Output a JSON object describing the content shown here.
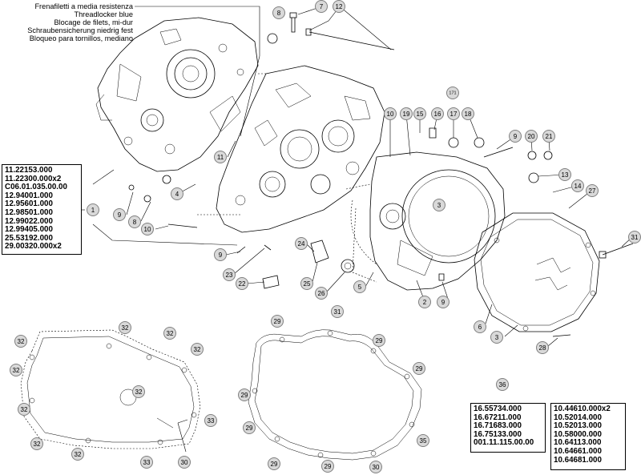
{
  "threadlocker_note": [
    "Frenafiletti a media resistenza",
    "Threadlocker blue",
    "Blocage de filets, mi-dur",
    "Schraubensicherung niedrig fest",
    "Bloqueo para tornillos, mediano"
  ],
  "part_box_1": [
    "11.22153.000",
    "11.22300.000x2",
    "C06.01.035.00.00",
    "12.94001.000",
    "12.95601.000",
    "12.98501.000",
    "12.99022.000",
    "12.99405.000",
    "25.53192.000",
    "29.00320.000x2"
  ],
  "part_box_35": [
    "16.55734.000",
    "16.67211.000",
    "16.71683.000",
    "16.75133.000",
    "001.11.115.00.00"
  ],
  "part_box_36": [
    "10.44610.000x2",
    "10.52014.000",
    "10.52013.000",
    "10.58000.000",
    "10.64113.000",
    "10.64661.000",
    "10.64681.000"
  ],
  "callouts": [
    {
      "label": "8"
    },
    {
      "label": "7"
    },
    {
      "label": "12"
    },
    {
      "label": "171"
    },
    {
      "label": "10"
    },
    {
      "label": "19"
    },
    {
      "label": "15"
    },
    {
      "label": "16"
    },
    {
      "label": "17"
    },
    {
      "label": "18"
    },
    {
      "label": "9"
    },
    {
      "label": "20"
    },
    {
      "label": "21"
    },
    {
      "label": "11"
    },
    {
      "label": "13"
    },
    {
      "label": "14"
    },
    {
      "label": "27"
    },
    {
      "label": "4"
    },
    {
      "label": "1"
    },
    {
      "label": "9"
    },
    {
      "label": "8"
    },
    {
      "label": "10"
    },
    {
      "label": "9"
    },
    {
      "label": "24"
    },
    {
      "label": "23"
    },
    {
      "label": "22"
    },
    {
      "label": "25"
    },
    {
      "label": "26"
    },
    {
      "label": "5"
    },
    {
      "label": "2"
    },
    {
      "label": "3"
    },
    {
      "label": "9"
    },
    {
      "label": "31"
    },
    {
      "label": "6"
    },
    {
      "label": "3"
    },
    {
      "label": "28"
    },
    {
      "label": "32"
    },
    {
      "label": "32"
    },
    {
      "label": "32"
    },
    {
      "label": "32"
    },
    {
      "label": "32"
    },
    {
      "label": "32"
    },
    {
      "label": "32"
    },
    {
      "label": "32"
    },
    {
      "label": "32"
    },
    {
      "label": "33"
    },
    {
      "label": "33"
    },
    {
      "label": "30"
    },
    {
      "label": "29"
    },
    {
      "label": "31"
    },
    {
      "label": "29"
    },
    {
      "label": "29"
    },
    {
      "label": "29"
    },
    {
      "label": "29"
    },
    {
      "label": "29"
    },
    {
      "label": "29"
    },
    {
      "label": "30"
    },
    {
      "label": "35"
    },
    {
      "label": "36"
    }
  ]
}
